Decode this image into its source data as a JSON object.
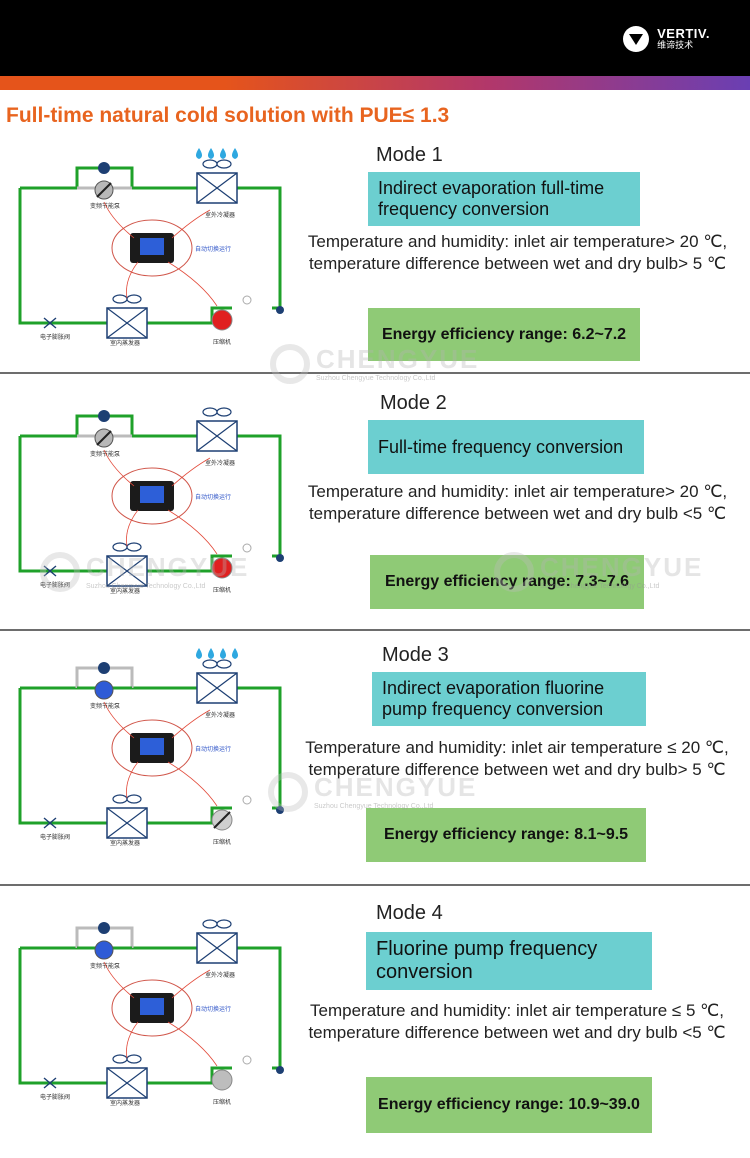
{
  "brand": {
    "name": "VERTIV.",
    "sub": "维谛技术"
  },
  "headline": "Full-time natural cold solution with PUE≤ 1.3",
  "watermark": {
    "name": "CHENGYUE",
    "sub": "Suzhou Chengyue Technology Co.,Ltd"
  },
  "diagram_labels": {
    "valve_top": "变频节能泵",
    "outdoor_unit": "室外冷凝器",
    "controller": "自动切换运行",
    "expansion": "电子膨胀阀",
    "indoor_unit": "室内蒸发器",
    "compressor": "压缩机"
  },
  "modes": [
    {
      "title": "Mode 1",
      "mode_name": "Indirect evaporation full-time frequency conversion",
      "condition": "Temperature and humidity: inlet air temperature> 20 ℃, temperature difference between wet and dry bulb> 5 ℃",
      "efficiency": "Energy efficiency range: 6.2~7.2"
    },
    {
      "title": "Mode 2",
      "mode_name": "Full-time frequency conversion",
      "condition": "Temperature and humidity: inlet air temperature> 20 ℃, temperature difference between wet and dry bulb <5 ℃",
      "efficiency": "Energy efficiency range: 7.3~7.6"
    },
    {
      "title": "Mode 3",
      "mode_name": "Indirect evaporation fluorine pump frequency conversion",
      "condition": "Temperature and humidity: inlet air temperature ≤ 20 ℃, temperature difference between wet and dry bulb> 5 ℃",
      "efficiency": "Energy efficiency range: 8.1~9.5"
    },
    {
      "title": "Mode 4",
      "mode_name": "Fluorine pump frequency conversion",
      "condition": "Temperature and humidity: inlet air temperature ≤ 5 ℃, temperature difference between wet and dry bulb <5 ℃",
      "efficiency": "Energy efficiency range: 10.9~39.0"
    }
  ],
  "colors": {
    "pipe": "#1fa12a",
    "teal": "#6ccfd0",
    "green": "#8fca76",
    "accent": "#e8641f"
  }
}
